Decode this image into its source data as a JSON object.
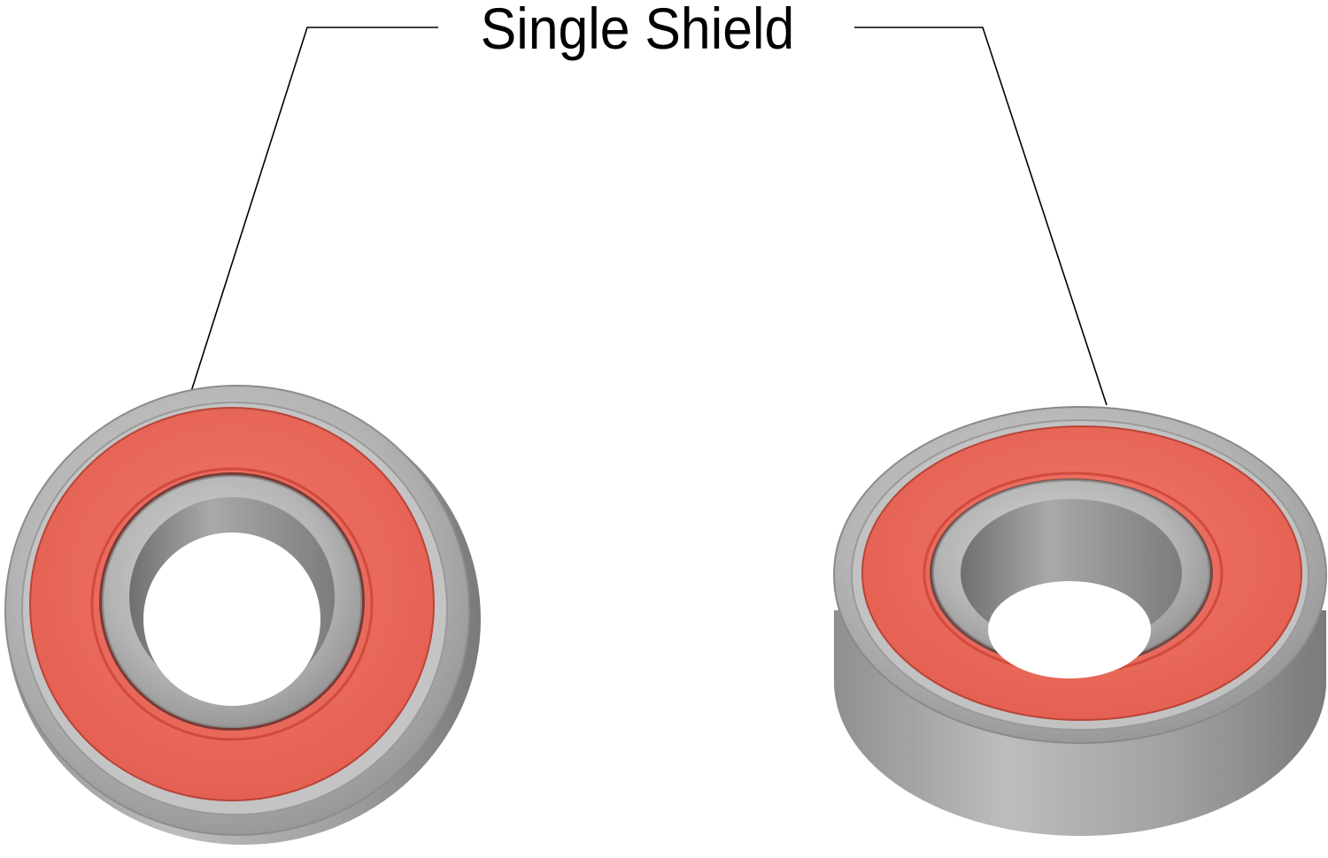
{
  "title": "Single Shield",
  "colors": {
    "background": "#ffffff",
    "text": "#000000",
    "leader_line": "#000000",
    "steel_light": "#c9c9c9",
    "steel_mid": "#a8a8a8",
    "steel_dark": "#7d7d7d",
    "seal_red": "#ec6a5c",
    "seal_red_dark": "#c94a3f"
  },
  "items": [
    {
      "label": "left-bearing",
      "view": "front-angled"
    },
    {
      "label": "right-bearing",
      "view": "tilted-side"
    }
  ]
}
